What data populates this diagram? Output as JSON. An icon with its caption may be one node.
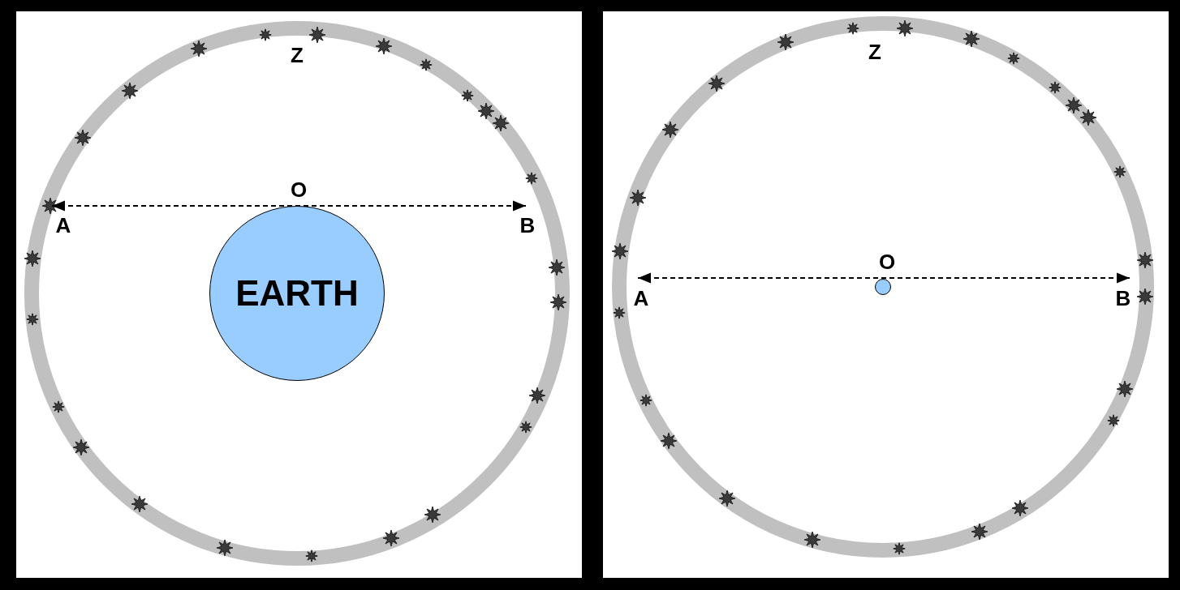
{
  "diagram": {
    "nodes": [
      {
        "text": [
          "EARTH"
        ]
      },
      {
        "text": [],
        "shape": "circle"
      }
    ],
    "edges": [],
    "labels": [
      "Z",
      "O",
      "A",
      "B",
      "Z",
      "O",
      "A",
      "B"
    ]
  }
}
